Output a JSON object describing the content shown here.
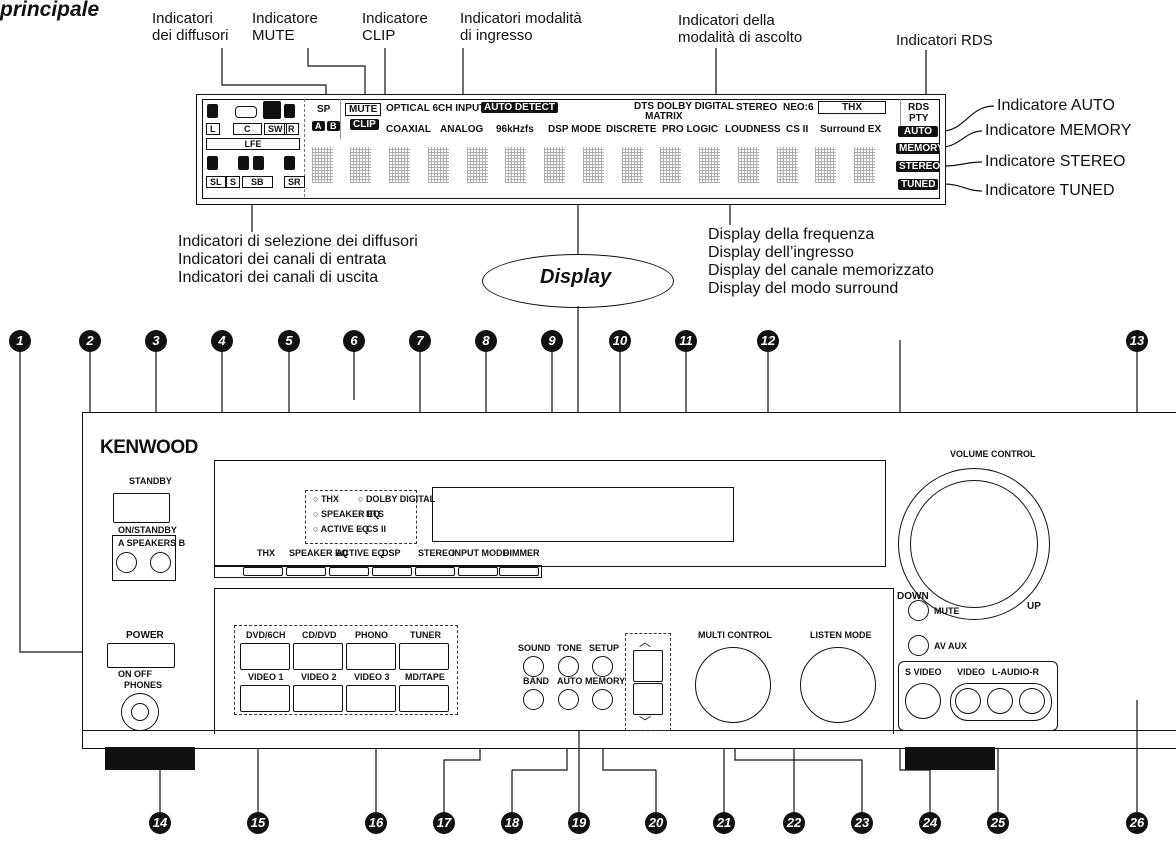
{
  "heading": "principale",
  "brand": "KENWOOD",
  "display_oval": "Display",
  "top_labels": {
    "speakers": [
      "Indicatori",
      "dei diffusori"
    ],
    "mute": [
      "Indicatore",
      "MUTE"
    ],
    "clip": [
      "Indicatore",
      "CLIP"
    ],
    "input_mode": [
      "Indicatori modalità",
      "di ingresso"
    ],
    "listen_mode": [
      "Indicatori della",
      "modalità di ascolto"
    ],
    "rds": "Indicatori RDS"
  },
  "right_labels": [
    "Indicatore AUTO",
    "Indicatore MEMORY",
    "Indicatore STEREO",
    "Indicatore TUNED"
  ],
  "below_left_labels": [
    "Indicatori di selezione dei diffusori",
    "Indicatori dei canali di entrata",
    "Indicatori dei canali di uscita"
  ],
  "below_right_labels": [
    "Display della frequenza",
    "Display dell’ingresso",
    "Display del canale memorizzato",
    "Display del modo surround"
  ],
  "lcd": {
    "sp": "SP",
    "a": "A",
    "b": "B",
    "mute": "MUTE",
    "clip": "CLIP",
    "optical": "OPTICAL 6CH INPUT",
    "auto_detect": "AUTO DETECT",
    "dts": "DTS",
    "dolby_digital": "DOLBY DIGITAL",
    "matrix": "MATRIX",
    "stereo": "STEREO",
    "neo6": "NEO:6",
    "thx": "THX",
    "rds": "RDS",
    "pty": "PTY",
    "coaxial": "COAXIAL",
    "analog": "ANALOG",
    "khz": "96kHzfs",
    "dsp_mode": "DSP MODE",
    "discrete": "DISCRETE",
    "pro_logic": "PRO LOGIC",
    "loudness": "LOUDNESS",
    "cs2": "CS II",
    "surround_ex": "Surround EX",
    "auto": "AUTO",
    "memory": "MEMORY",
    "stereo_ind": "STEREO",
    "tuned": "TUNED",
    "ch": {
      "l": "L",
      "c": "C",
      "sw": "SW",
      "r": "R",
      "lfe": "LFE",
      "sl": "SL",
      "s": "S",
      "sb": "SB",
      "sr": "SR"
    }
  },
  "panel": {
    "standby": "STANDBY",
    "on_standby": "ON/STANDBY",
    "speakers_ab": "A SPEAKERS B",
    "leds": [
      "THX",
      "SPEAKER EQ",
      "ACTIVE EQ",
      "DOLBY DIGITAL",
      "DTS",
      "CS II"
    ],
    "buttons_row": [
      "THX",
      "SPEAKER EQ",
      "ACTIVE EQ",
      "DSP",
      "STEREO",
      "INPUT MODE",
      "DIMMER"
    ],
    "volume_control": "VOLUME CONTROL",
    "down": "DOWN",
    "up": "UP",
    "power": "POWER",
    "on_off": "ON  OFF",
    "phones": "PHONES",
    "inputs_row1": [
      "DVD/6CH",
      "CD/DVD",
      "PHONO",
      "TUNER"
    ],
    "inputs_row2": [
      "VIDEO 1",
      "VIDEO 2",
      "VIDEO 3",
      "MD/TAPE"
    ],
    "sound": "SOUND",
    "tone": "TONE",
    "setup": "SETUP",
    "band": "BAND",
    "auto": "AUTO",
    "memory": "MEMORY",
    "multi_control": "MULTI CONTROL",
    "listen_mode": "LISTEN MODE",
    "mute": "MUTE",
    "av_aux": "AV AUX",
    "s_video": "S VIDEO",
    "video": "VIDEO",
    "audio_lr": "L-AUDIO-R"
  },
  "callouts": [
    "1",
    "2",
    "3",
    "4",
    "5",
    "6",
    "7",
    "8",
    "9",
    "10",
    "11",
    "12",
    "13",
    "14",
    "15",
    "16",
    "17",
    "18",
    "19",
    "20",
    "21",
    "22",
    "23",
    "24",
    "25",
    "26"
  ]
}
